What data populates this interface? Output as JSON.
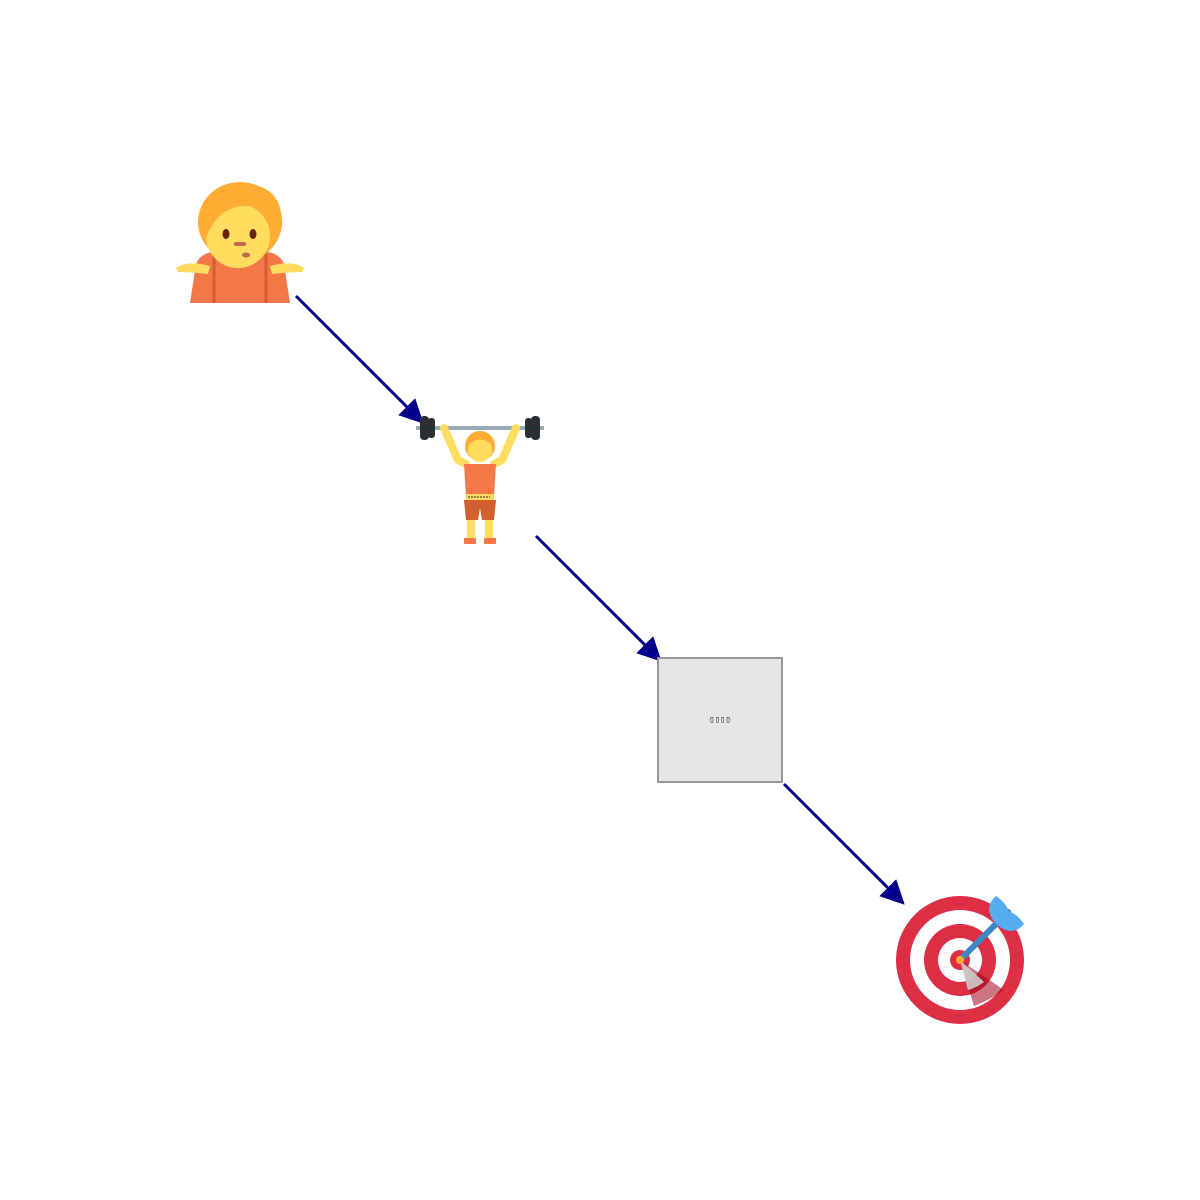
{
  "diagram": {
    "nodes": [
      {
        "id": "shrug",
        "kind": "emoji",
        "icon": "person-shrugging-icon"
      },
      {
        "id": "lift",
        "kind": "emoji",
        "icon": "person-lifting-weights-icon"
      },
      {
        "id": "box",
        "kind": "box",
        "label": "▯▯▯▯"
      },
      {
        "id": "target",
        "kind": "emoji",
        "icon": "direct-hit-target-icon"
      }
    ],
    "edges": [
      {
        "from": "shrug",
        "to": "lift"
      },
      {
        "from": "lift",
        "to": "box"
      },
      {
        "from": "box",
        "to": "target"
      }
    ]
  },
  "colors": {
    "arrow": "#00008b",
    "box_fill": "#e6e6e6",
    "box_border": "#999999",
    "hair": "#ffac33",
    "skin": "#ffdc5d",
    "shirt": "#f4774a",
    "target_red": "#dd2e44",
    "dart_blue": "#55acee"
  }
}
